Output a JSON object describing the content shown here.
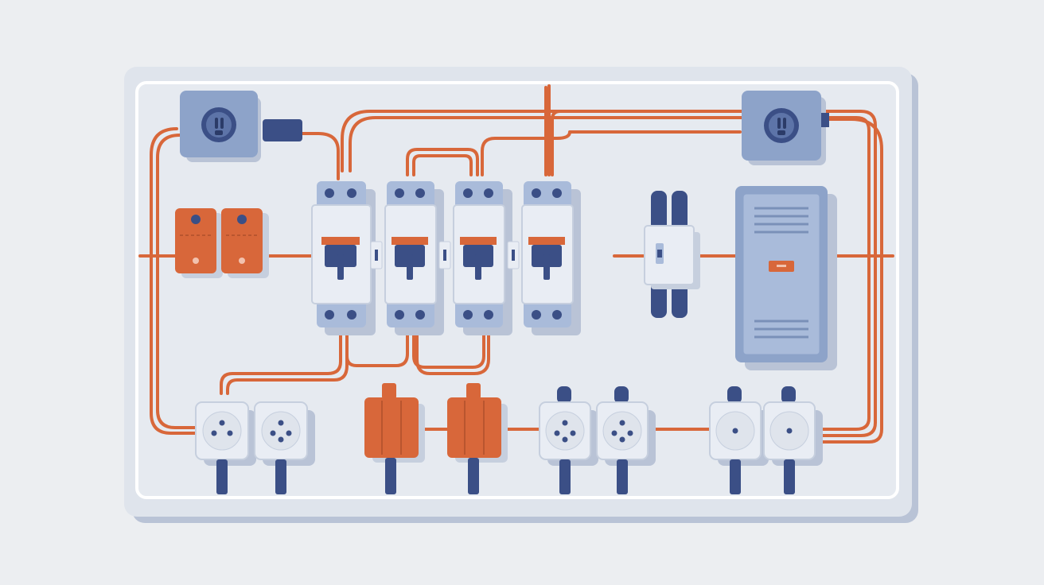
{
  "colors": {
    "background": "#eceef1",
    "board_shadow": "#b9c3d6",
    "board_frame": "#dfe4ec",
    "board_inner": "#e6eaf0",
    "board_line": "#ffffff",
    "wire": "#d8673a",
    "wire_dark": "#b9552f",
    "navy": "#3b4f86",
    "blue_body": "#8da3c9",
    "blue_light": "#a9bbda",
    "white_body": "#e9edf4",
    "white_edge": "#c6cfde",
    "orange": "#d8673a",
    "orange_dark": "#b9552f"
  },
  "components": {
    "wall_outlets": [
      "top-left",
      "top-right"
    ],
    "breakers": 4,
    "terminal_blocks": 2,
    "fuse_holder": 1,
    "distribution_panel": 1,
    "bottom_devices": [
      "socket",
      "socket",
      "connector",
      "connector",
      "socket",
      "socket",
      "switch",
      "switch"
    ]
  }
}
